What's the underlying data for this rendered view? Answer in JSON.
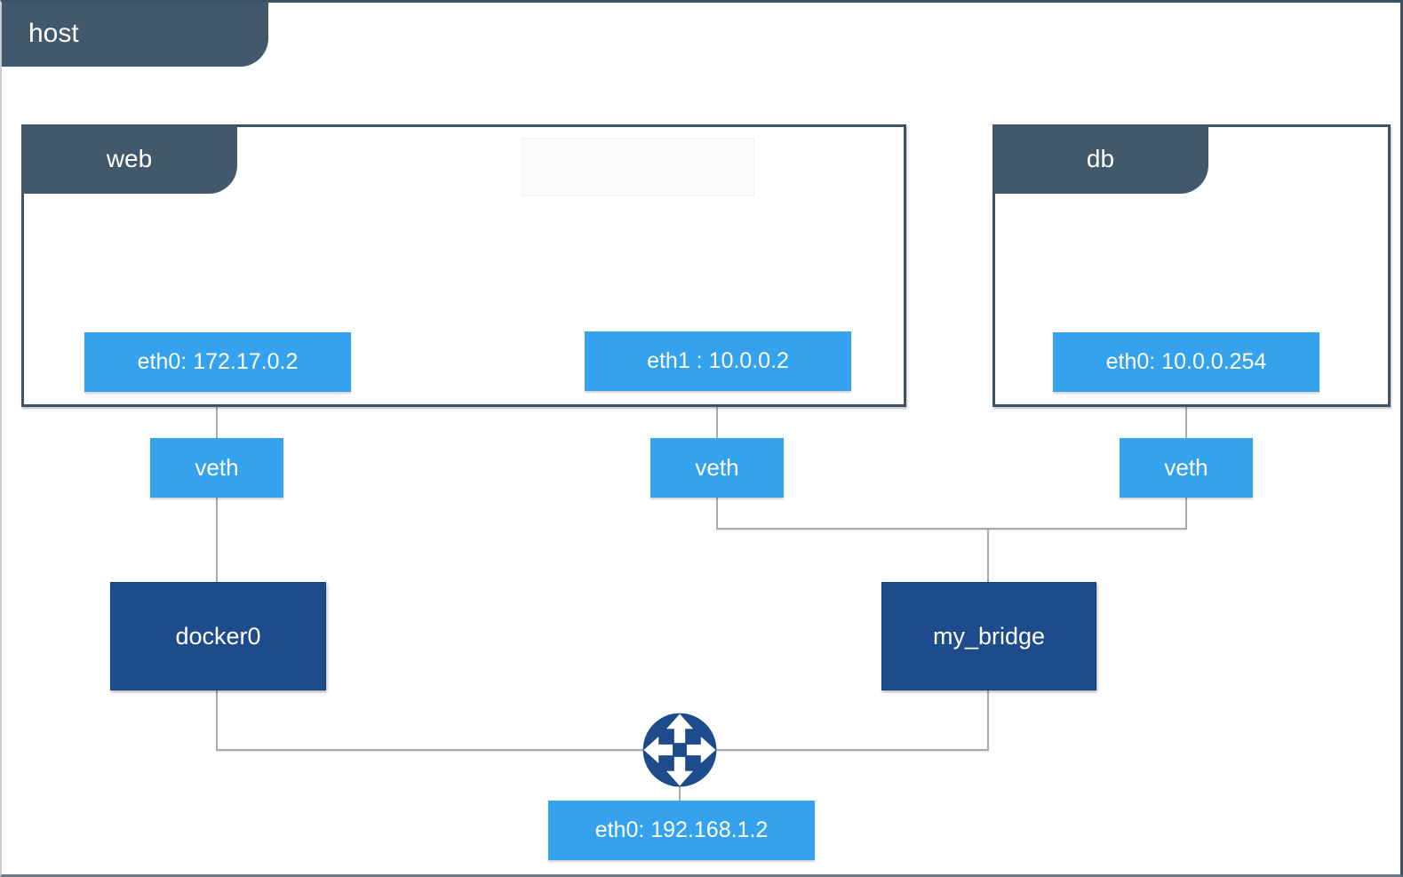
{
  "colors": {
    "slate": "#42586B",
    "light_blue": "#35A2EE",
    "navy": "#1E4B8B",
    "line": "#ABABAB",
    "box_border": "#3C5365",
    "text_light": "#FFFFFF"
  },
  "host": {
    "label": "host",
    "interface": "eth0: 192.168.1.2"
  },
  "containers": [
    {
      "name": "web",
      "interfaces": [
        "eth0: 172.17.0.2",
        "eth1 : 10.0.0.2"
      ]
    },
    {
      "name": "db",
      "interfaces": [
        "eth0: 10.0.0.254"
      ]
    }
  ],
  "veth_label": "veth",
  "bridges": [
    "docker0",
    "my_bridge"
  ],
  "icons": {
    "router": "router-cross-arrows-icon"
  }
}
